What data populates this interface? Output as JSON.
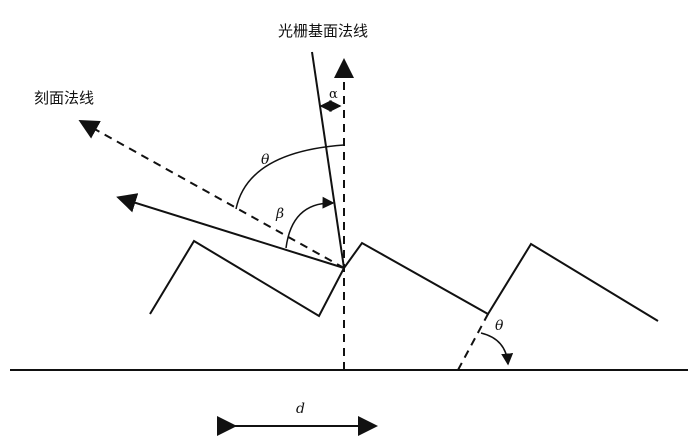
{
  "labels": {
    "grating_normal": "光栅基面法线",
    "facet_normal": "刻面法线",
    "theta_top": "θ",
    "beta": "β",
    "alpha": "α",
    "theta_bottom": "θ",
    "d": "d"
  }
}
